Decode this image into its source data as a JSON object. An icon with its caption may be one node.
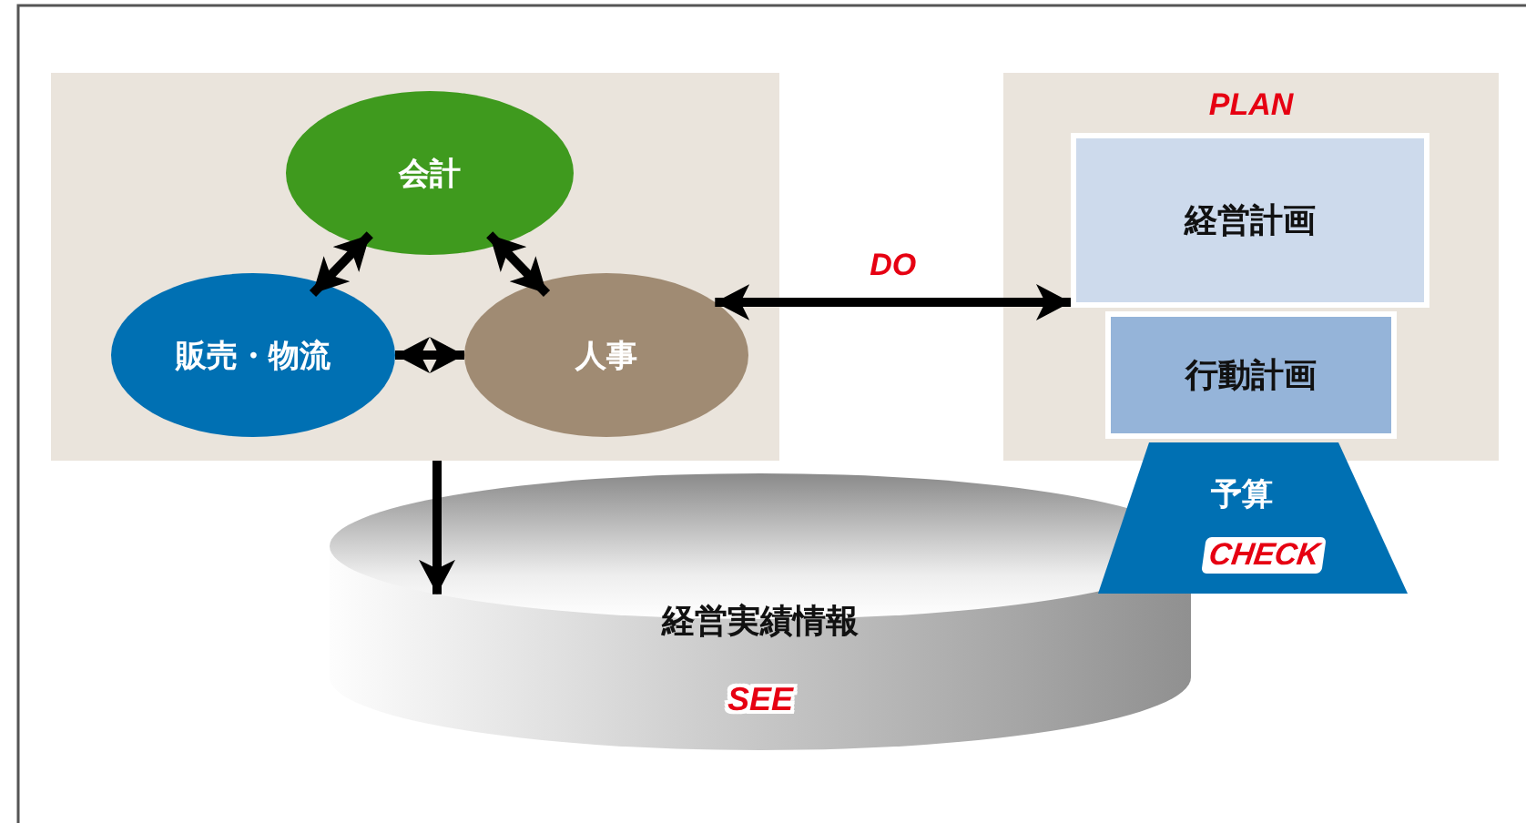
{
  "diagram": {
    "nodes": [
      {
        "text": [],
        "shape": "box"
      },
      {
        "text": [
          "会計"
        ],
        "in": 0
      },
      {
        "text": [
          "販売・物流"
        ],
        "in": 0
      },
      {
        "text": [
          "人事"
        ],
        "in": 0
      },
      {
        "text": [
          "PLAN"
        ]
      },
      {
        "text": [
          "経営計画"
        ],
        "in": 4
      },
      {
        "text": [
          "行動計画"
        ],
        "in": 4
      },
      {
        "text": [
          "予算",
          "CHECK"
        ]
      },
      {
        "text": [
          "経営**実績**情報",
          "SEE"
        ]
      }
    ],
    "edges": [
      {
        "from": 1,
        "to": 2,
        "arrow": "both"
      },
      {
        "from": 1,
        "to": 3,
        "arrow": "both"
      },
      {
        "from": 2,
        "to": 3,
        "arrow": "both"
      },
      {
        "from": 3,
        "to": 5,
        "arrow": "both",
        "label": "DO"
      },
      {
        "from": 0,
        "to": 8,
        "arrow": "to"
      }
    ]
  }
}
